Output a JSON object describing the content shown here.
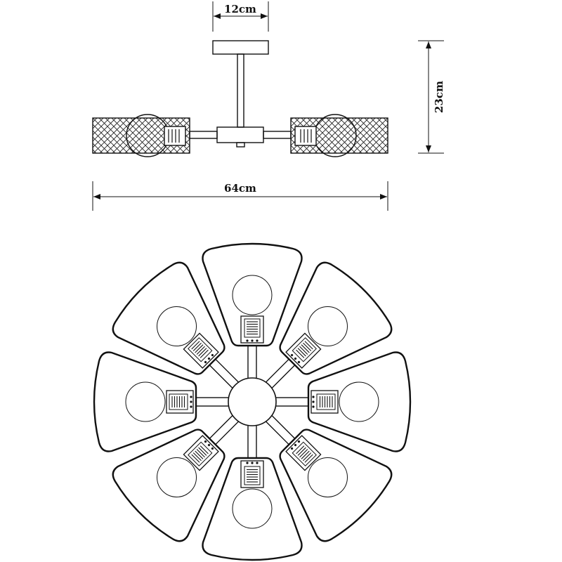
{
  "dimensions": {
    "canopy_width": "12cm",
    "height": "23cm",
    "overall_width": "64cm"
  },
  "fixture": {
    "arms": 8
  },
  "colors": {
    "line": "#111111",
    "background": "#ffffff"
  }
}
